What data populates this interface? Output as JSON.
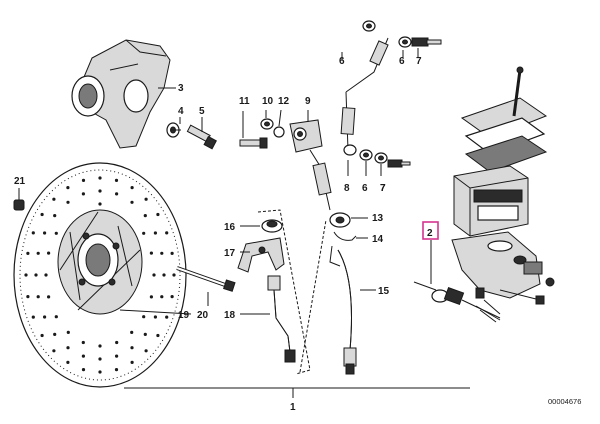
{
  "diagram": {
    "reference_number": "00004676",
    "highlight_color": "#d6338f",
    "callouts": [
      {
        "id": "c1",
        "text": "1"
      },
      {
        "id": "c2",
        "text": "2"
      },
      {
        "id": "c3",
        "text": "3"
      },
      {
        "id": "c4",
        "text": "4"
      },
      {
        "id": "c5",
        "text": "5"
      },
      {
        "id": "c6a",
        "text": "6"
      },
      {
        "id": "c7a",
        "text": "7"
      },
      {
        "id": "c6b",
        "text": "6"
      },
      {
        "id": "c7b",
        "text": "7"
      },
      {
        "id": "c6c",
        "text": "6"
      },
      {
        "id": "c7c",
        "text": "7"
      },
      {
        "id": "c8",
        "text": "8"
      },
      {
        "id": "c9",
        "text": "9"
      },
      {
        "id": "c10",
        "text": "10"
      },
      {
        "id": "c11",
        "text": "11"
      },
      {
        "id": "c12",
        "text": "12"
      },
      {
        "id": "c13",
        "text": "13"
      },
      {
        "id": "c14",
        "text": "14"
      },
      {
        "id": "c15",
        "text": "15"
      },
      {
        "id": "c16",
        "text": "16"
      },
      {
        "id": "c17",
        "text": "17"
      },
      {
        "id": "c18",
        "text": "18"
      },
      {
        "id": "c19",
        "text": "19"
      },
      {
        "id": "c20",
        "text": "20"
      },
      {
        "id": "c21",
        "text": "21"
      }
    ]
  }
}
